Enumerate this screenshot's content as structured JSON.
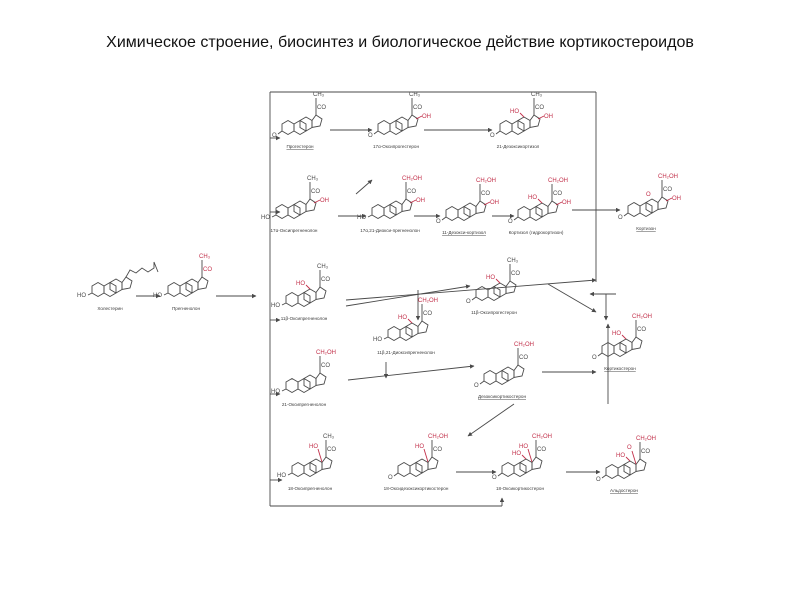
{
  "title": "Химическое строение, биосинтез и биологическое действие кортикостероидов",
  "colors": {
    "ink": "#4a4a4a",
    "accent": "#c2304a",
    "label": "#3a3a3a"
  },
  "groups": {
    "ch3": "CH₃",
    "ch2oh": "CH₂OH",
    "co": "CO",
    "oh": "OH",
    "ho": "HO",
    "o": "O"
  },
  "compounds": [
    {
      "id": "cholesterol",
      "label": "Холестерин",
      "underline": false
    },
    {
      "id": "pregnenolone",
      "label": "Прегненолон",
      "underline": false
    },
    {
      "id": "progesterone",
      "label": "Прогестерон",
      "underline": true
    },
    {
      "id": "ohp17",
      "label": "17α-Оксипрогестерон",
      "underline": false
    },
    {
      "id": "deoxycortisol21",
      "label": "21-Дезоксикортизол",
      "underline": false
    },
    {
      "id": "ohpreg17",
      "label": "17α-Оксипрегненолон",
      "underline": false
    },
    {
      "id": "dihydroxypreg",
      "label": "17α,21-Диокси-прегненолон",
      "underline": false
    },
    {
      "id": "deoxycortisol11",
      "label": "11-Дезокси-кортизол",
      "underline": true
    },
    {
      "id": "cortisol",
      "label": "Кортизол (гидрокортизон)",
      "underline": false
    },
    {
      "id": "cortisone",
      "label": "Кортизон",
      "underline": true
    },
    {
      "id": "ohpreg11",
      "label": "11β-Оксипрегненолон",
      "underline": false
    },
    {
      "id": "ohprog11",
      "label": "11β-Оксипрогестерон",
      "underline": false
    },
    {
      "id": "dihydroxypreg1121",
      "label": "11β,21-Диоксипрегненолон",
      "underline": false
    },
    {
      "id": "corticosterone",
      "label": "Кортикостерон",
      "underline": true
    },
    {
      "id": "ohpreg21",
      "label": "21-Оксипрегненолон",
      "underline": false
    },
    {
      "id": "doc",
      "label": "Дезоксикортикостерон",
      "underline": true
    },
    {
      "id": "ohpreg18",
      "label": "18-Оксипрегненолон",
      "underline": false
    },
    {
      "id": "ohdoc18",
      "label": "18-Оксидезоксикортикостерон",
      "underline": false
    },
    {
      "id": "ohcort18",
      "label": "18-Оксикортикостерон",
      "underline": false
    },
    {
      "id": "aldosterone",
      "label": "Альдостерон",
      "underline": true
    }
  ]
}
